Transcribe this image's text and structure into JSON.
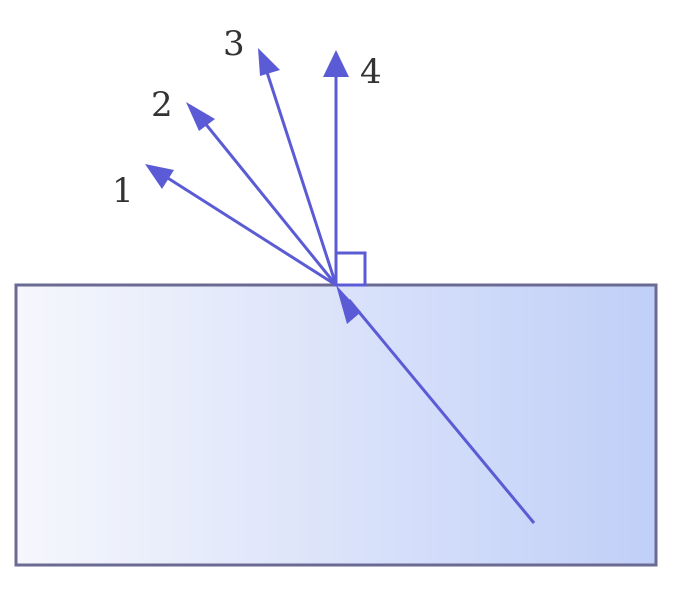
{
  "labels": {
    "ray1": "1",
    "ray2": "2",
    "ray3": "3",
    "ray4": "4"
  },
  "colors": {
    "ray": "#5b5bd6",
    "block_border": "#6a6a92",
    "block_gradient_start": "#f6f7fc",
    "block_gradient_end": "#c0cff8",
    "label": "#333333"
  }
}
